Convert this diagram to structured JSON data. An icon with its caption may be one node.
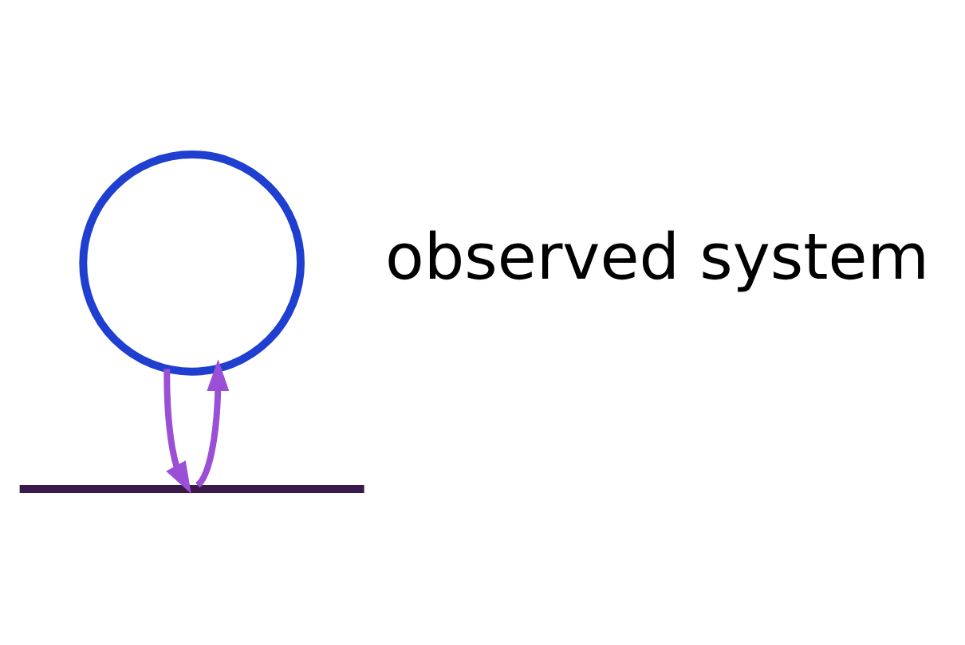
{
  "diagram": {
    "nodes": [
      {
        "text": [],
        "shape": "circle",
        "beside": [
          "observed system"
        ]
      },
      {
        "text": [],
        "shape": "wave"
      }
    ],
    "edges": [
      {
        "from": 1,
        "to": 0,
        "arrow": "to"
      },
      {
        "from": 0,
        "to": 1,
        "arrow": "to"
      }
    ]
  }
}
